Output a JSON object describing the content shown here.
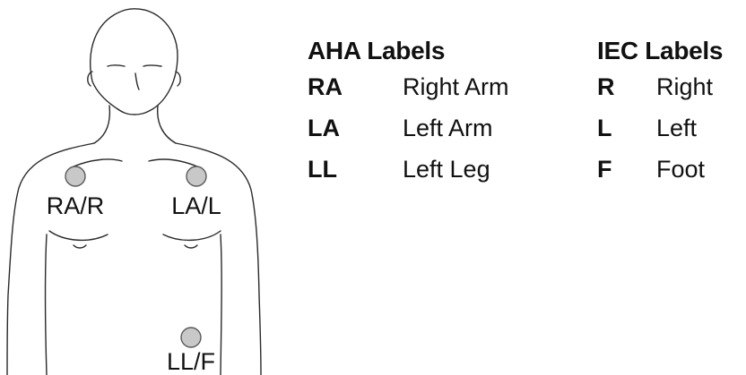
{
  "electrodes": [
    {
      "id": "ra",
      "label": "RA/R"
    },
    {
      "id": "la",
      "label": "LA/L"
    },
    {
      "id": "ll",
      "label": "LL/F"
    }
  ],
  "legend": {
    "aha": {
      "heading": "AHA Labels",
      "rows": [
        {
          "code": "RA",
          "meaning": "Right Arm"
        },
        {
          "code": "LA",
          "meaning": "Left Arm"
        },
        {
          "code": "LL",
          "meaning": "Left Leg"
        }
      ]
    },
    "iec": {
      "heading": "IEC Labels",
      "rows": [
        {
          "code": "R",
          "meaning": "Right"
        },
        {
          "code": "L",
          "meaning": "Left"
        },
        {
          "code": "F",
          "meaning": "Foot"
        }
      ]
    }
  },
  "colors": {
    "electrode_fill": "#c8c8c8",
    "electrode_stroke": "#5a5a5a",
    "line": "#2a2a2a",
    "text": "#111111"
  }
}
